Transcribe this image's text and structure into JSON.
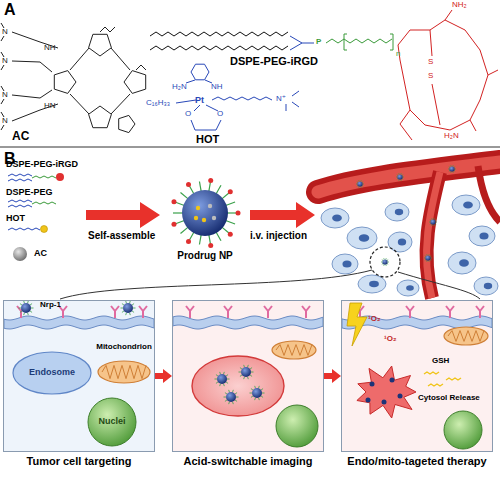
{
  "diagram": {
    "nodes": [
      {
        "text": [
          "Prodrug NP"
        ]
      },
      {
        "text": [
          "Tumor cell targeting"
        ]
      },
      {
        "text": [
          "Endosome"
        ],
        "in": 1
      },
      {
        "text": [
          "Mitochondrion"
        ],
        "in": 1
      },
      {
        "text": [
          "Nuclei"
        ],
        "in": 1
      },
      {
        "text": [
          "Acid-switchable imaging"
        ]
      },
      {
        "text": [
          "Endo/mito-tageted therapy"
        ]
      }
    ],
    "edges": [
      {
        "from": 1,
        "to": 5,
        "arrow": "to"
      },
      {
        "from": 5,
        "to": 6,
        "arrow": "to"
      }
    ],
    "labels": [
      "A",
      "B",
      "AC",
      "DSPE-PEG-iRGD",
      "HOT",
      "N",
      "N",
      "N",
      "N",
      "NH",
      "HN",
      "Pt",
      "H₂N",
      "NH",
      "O",
      "O",
      "N⁺",
      "C₁₆H₃₃",
      "P",
      "n",
      "S",
      "S",
      "NH₂",
      "H₂N",
      "DSPE-PEG-iRGD",
      "DSPE-PEG",
      "HOT",
      "AC",
      "Self-assemble",
      "i.v. injection",
      "Nrp-1",
      "¹O₂",
      "¹O₂",
      "GSH",
      "Cytosol Release"
    ]
  }
}
